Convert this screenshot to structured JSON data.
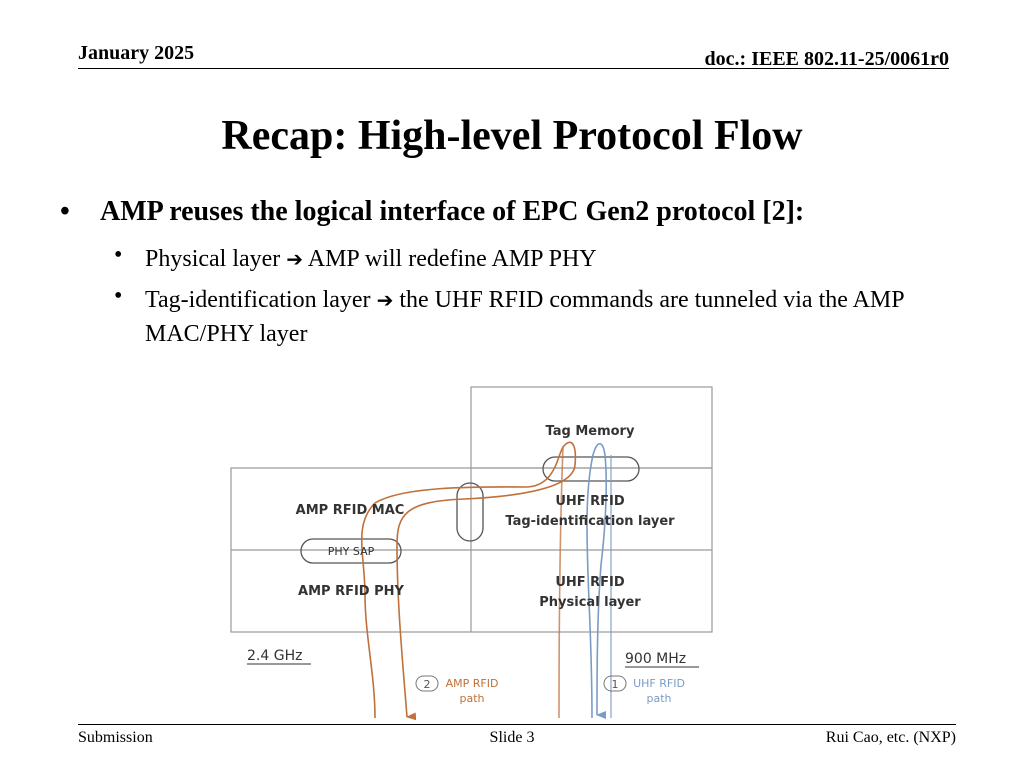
{
  "header": {
    "date": "January 2025",
    "doc_id": "doc.: IEEE 802.11-25/0061r0"
  },
  "title": "Recap: High-level Protocol Flow",
  "bullets": {
    "main": "AMP reuses the logical interface of EPC Gen2 protocol [2]:",
    "sub1_a": "Physical layer",
    "sub1_b": "AMP will redefine AMP PHY",
    "sub2_a": "Tag-identification layer",
    "sub2_b": "the UHF RFID commands are tunneled via the AMP MAC/PHY layer",
    "arrow_glyph": "➔"
  },
  "diagram": {
    "tag_memory": "Tag Memory",
    "amp_rfid_mac": "AMP RFID MAC",
    "phy_sap": "PHY SAP",
    "amp_rfid_phy": "AMP RFID PHY",
    "uhf_rfid_1": "UHF RFID",
    "tag_identification_layer": "Tag-identification layer",
    "uhf_rfid_2": "UHF RFID",
    "physical_layer": "Physical layer",
    "freq_left": "2.4 GHz",
    "freq_right": "900 MHz",
    "path2_num": "2",
    "path2_label_1": "AMP RFID",
    "path2_label_2": "path",
    "path1_num": "1",
    "path1_label_1": "UHF RFID",
    "path1_label_2": "path",
    "colors": {
      "amp_path": "#c0703a",
      "uhf_path": "#7a9cc4",
      "grid": "#9a9a9a"
    }
  },
  "footer": {
    "left": "Submission",
    "center": "Slide 3",
    "right": "Rui Cao, etc. (NXP)"
  }
}
